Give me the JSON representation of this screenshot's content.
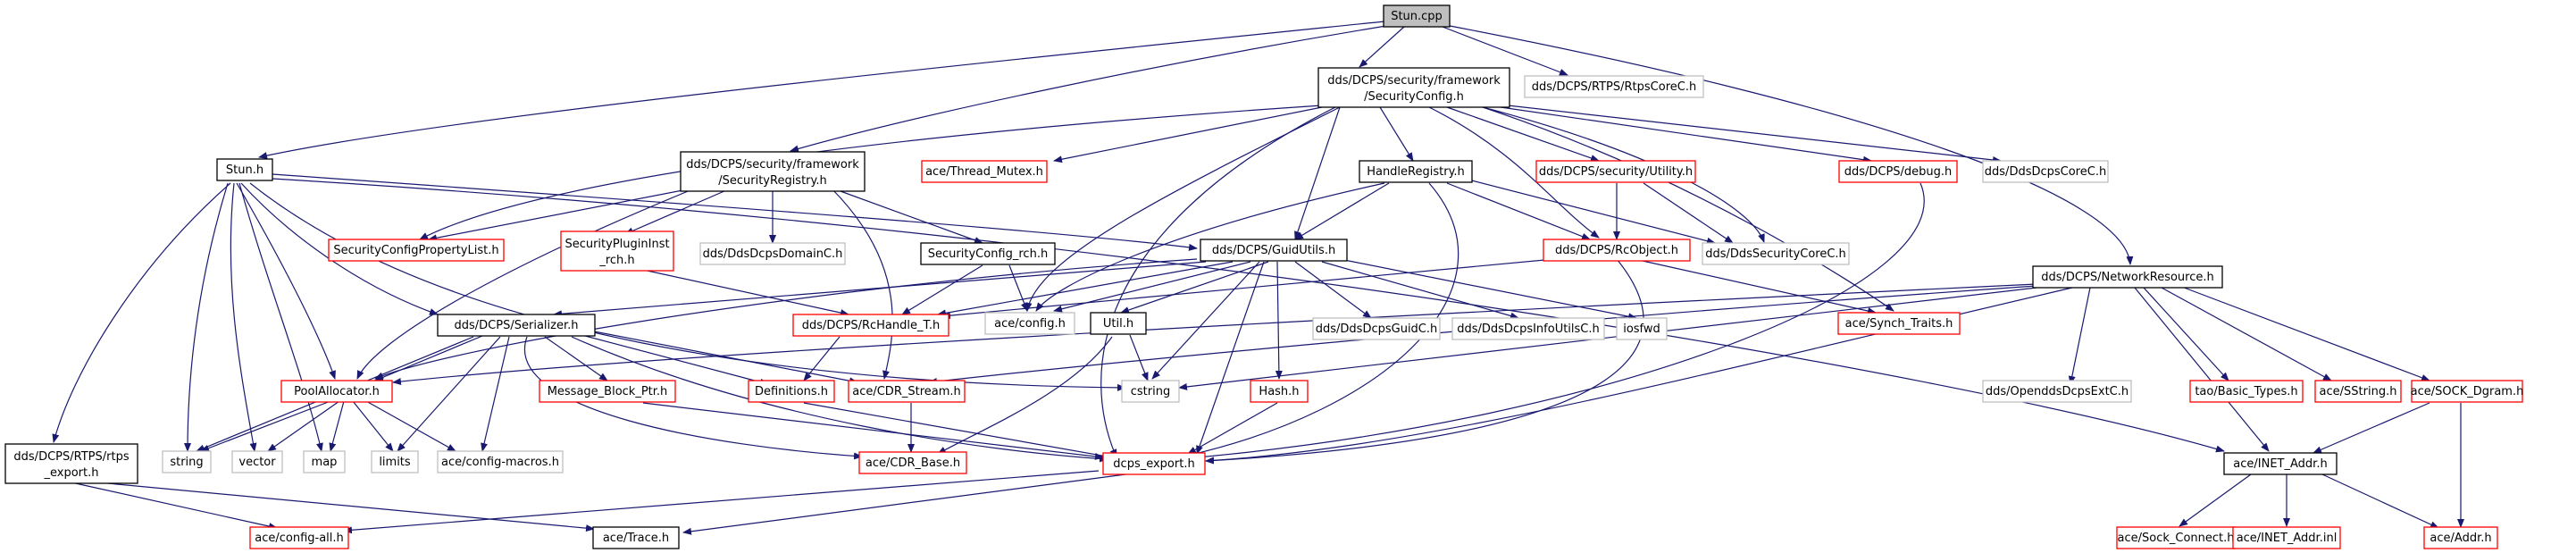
{
  "colors": {
    "edge": "#191970",
    "root_fill": "#bfbfbf",
    "node_black": "#000000",
    "node_red": "#ff0000",
    "node_gray": "#bfbfbf"
  },
  "nodes": {
    "stun_cpp": "Stun.cpp",
    "security_config_l1": "dds/DCPS/security/framework",
    "security_config_l2": "/SecurityConfig.h",
    "rtps_core_c": "dds/DCPS/RTPS/RtpsCoreC.h",
    "stun_h": "Stun.h",
    "security_registry_l1": "dds/DCPS/security/framework",
    "security_registry_l2": "/SecurityRegistry.h",
    "thread_mutex": "ace/Thread_Mutex.h",
    "handle_registry": "HandleRegistry.h",
    "security_utility": "dds/DCPS/security/Utility.h",
    "debug_h": "dds/DCPS/debug.h",
    "dds_dcps_core_c": "dds/DdsDcpsCoreC.h",
    "security_config_property_list": "SecurityConfigPropertyList.h",
    "security_plugin_inst_l1": "SecurityPluginInst",
    "security_plugin_inst_l2": "_rch.h",
    "dds_dcps_domain_c": "dds/DdsDcpsDomainC.h",
    "security_config_rch": "SecurityConfig_rch.h",
    "guid_utils": "dds/DCPS/GuidUtils.h",
    "rc_object": "dds/DCPS/RcObject.h",
    "dds_security_core_c": "dds/DdsSecurityCoreC.h",
    "serializer": "dds/DCPS/Serializer.h",
    "rc_handle_t": "dds/DCPS/RcHandle_T.h",
    "ace_config": "ace/config.h",
    "util_h": "Util.h",
    "dds_dcps_guid_c": "dds/DdsDcpsGuidC.h",
    "dds_dcps_info_utils_c": "dds/DdsDcpsInfoUtilsC.h",
    "iosfwd": "iosfwd",
    "synch_traits": "ace/Synch_Traits.h",
    "network_resource": "dds/DCPS/NetworkResource.h",
    "pool_allocator": "PoolAllocator.h",
    "message_block_ptr": "Message_Block_Ptr.h",
    "definitions": "Definitions.h",
    "cdr_stream": "ace/CDR_Stream.h",
    "cstring": "cstring",
    "hash_h": "Hash.h",
    "opendds_dcps_ext_c": "dds/OpenddsDcpsExtC.h",
    "basic_types": "tao/Basic_Types.h",
    "ace_sstring": "ace/SString.h",
    "sock_dgram": "ace/SOCK_Dgram.h",
    "rtps_export_l1": "dds/DCPS/RTPS/rtps",
    "rtps_export_l2": "_export.h",
    "string": "string",
    "vector": "vector",
    "map": "map",
    "limits": "limits",
    "config_macros": "ace/config-macros.h",
    "cdr_base": "ace/CDR_Base.h",
    "dcps_export": "dcps_export.h",
    "inet_addr": "ace/INET_Addr.h",
    "config_all": "ace/config-all.h",
    "ace_trace": "ace/Trace.h",
    "sock_connect": "ace/Sock_Connect.h",
    "inet_addr_inl": "ace/INET_Addr.inl",
    "ace_addr": "ace/Addr.h"
  }
}
